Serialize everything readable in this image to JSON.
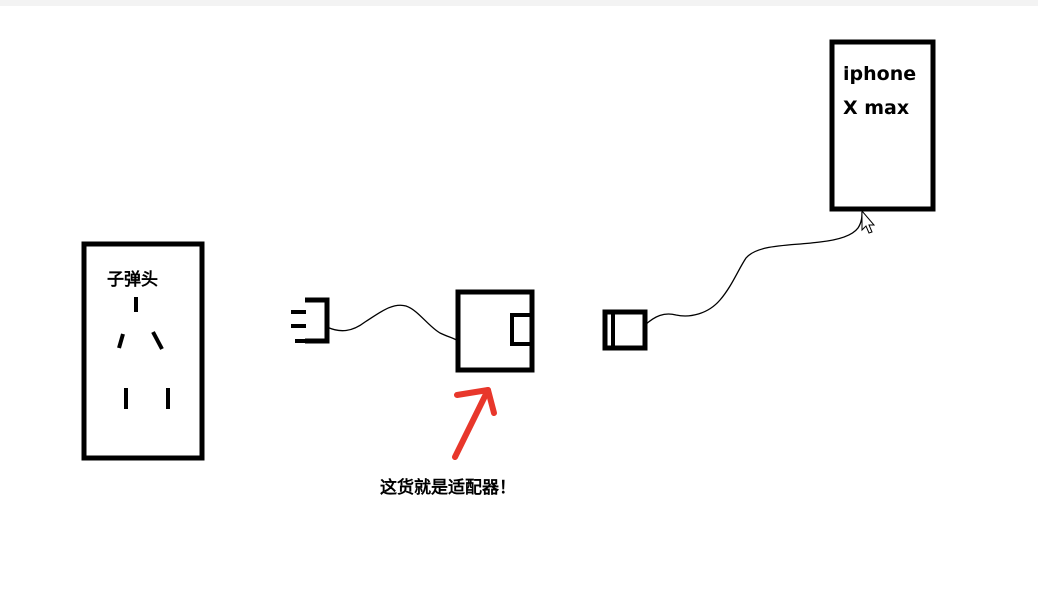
{
  "labels": {
    "socket": "子弹头",
    "phone_line1": "iphone",
    "phone_line2": "X max",
    "adapter_note": "这货就是适配器！"
  },
  "colors": {
    "stroke": "#000000",
    "arrow": "#e8372b",
    "background": "#ffffff"
  }
}
